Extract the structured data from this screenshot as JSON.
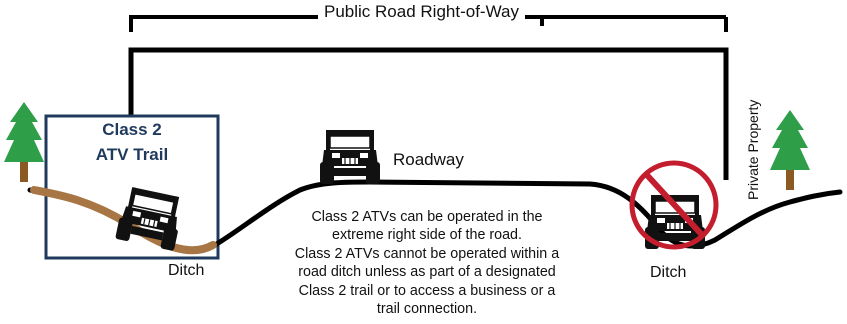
{
  "title": "Public Road Right-of-Way",
  "trail_label": {
    "line1": "Class 2",
    "line2": "ATV Trail"
  },
  "roadway_label": "Roadway",
  "ditch_left_label": "Ditch",
  "ditch_right_label": "Ditch",
  "private_property_label": "Private Property",
  "note_lines": [
    "Class 2 ATVs can be operated in the",
    "extreme right side of the road.",
    "Class 2 ATVs cannot be operated within a",
    "road ditch unless as part of a designated",
    "Class 2 trail or to access a business or a",
    "trail connection."
  ],
  "colors": {
    "tree_green": "#2e9e48",
    "trunk_brown": "#8a5a22",
    "trail_brown": "#a87544",
    "trail_navy": "#1f3a5c",
    "prohibition_red": "#c41e2e",
    "line_black": "#000000"
  },
  "icons": [
    "tree-icon",
    "atv-icon",
    "prohibition-icon"
  ]
}
